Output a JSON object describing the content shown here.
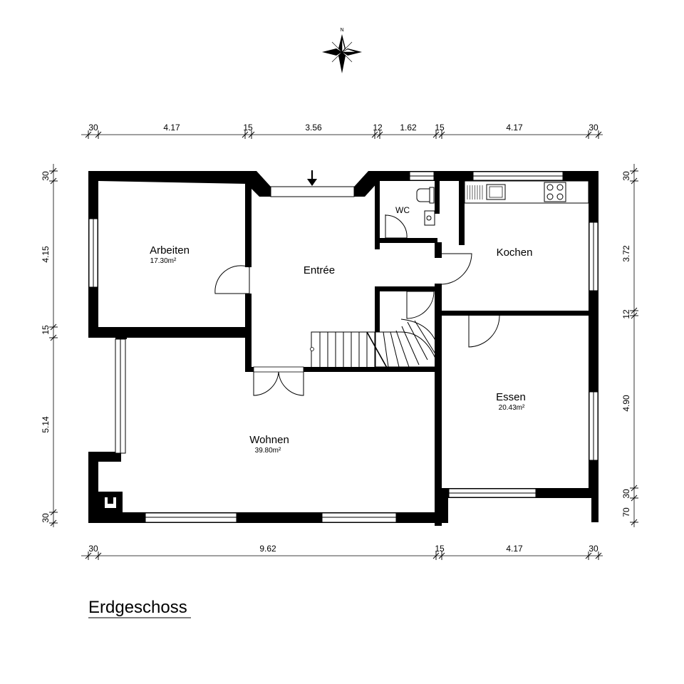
{
  "title": "Erdgeschoss",
  "compass": {
    "label": "N"
  },
  "rooms": {
    "arbeiten": {
      "name": "Arbeiten",
      "area": "17.30m²"
    },
    "entree": {
      "name": "Entrée"
    },
    "wc": {
      "name": "WC"
    },
    "kochen": {
      "name": "Kochen"
    },
    "essen": {
      "name": "Essen",
      "area": "20.43m²"
    },
    "wohnen": {
      "name": "Wohnen",
      "area": "39.80m²"
    }
  },
  "dimensions": {
    "top": [
      "30",
      "4.17",
      "15",
      "3.56",
      "12",
      "1.62",
      "15",
      "4.17",
      "30"
    ],
    "bottom": [
      "30",
      "9.62",
      "15",
      "4.17",
      "30"
    ],
    "left": [
      "30",
      "4.15",
      "15",
      "5.14",
      "30"
    ],
    "right": [
      "30",
      "3.72",
      "12",
      "4.90",
      "70",
      "30"
    ]
  }
}
